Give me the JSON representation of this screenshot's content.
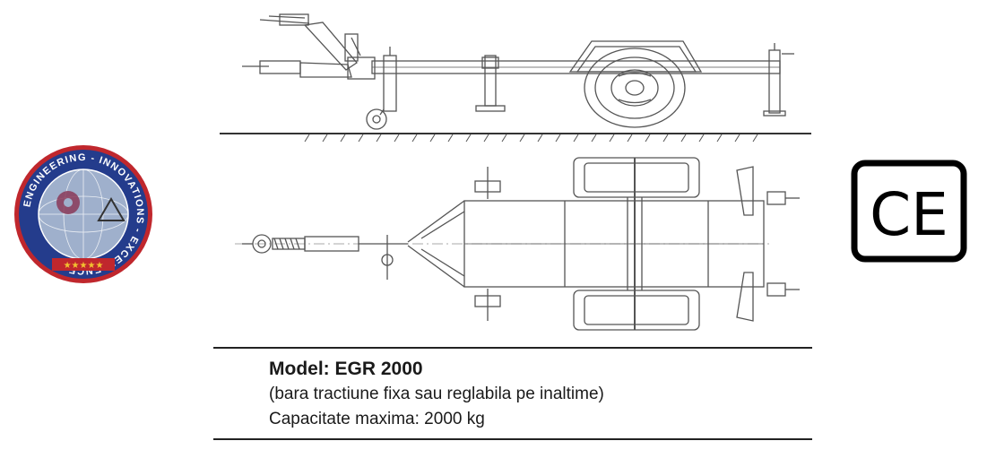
{
  "logo": {
    "ring_text": "ENGINEERING - INNOVATIONS - EXCELLENCE",
    "stars": "★★★★★",
    "colors": {
      "ring": "#243c8c",
      "rim": "#c0272d",
      "globe": "#9fb0cc",
      "star": "#f2c230"
    }
  },
  "ce_mark": {
    "text": "CE",
    "color": "#000000"
  },
  "caption": {
    "model": "Model: EGR 2000",
    "note": "(bara tractiune fixa sau reglabila pe inaltime)",
    "capacity": "Capacitate maxima: 2000 kg"
  },
  "colors": {
    "line": "#555555",
    "text": "#1a1a1a"
  }
}
